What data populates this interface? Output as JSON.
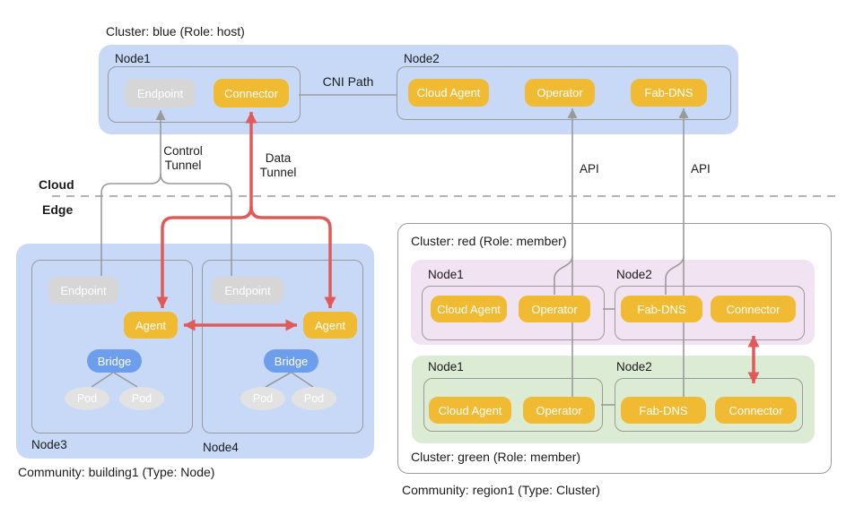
{
  "zones": {
    "cloud": "Cloud",
    "edge": "Edge"
  },
  "labels": {
    "cni_path": "CNI Path",
    "control_tunnel": [
      "Control",
      "Tunnel"
    ],
    "data_tunnel": [
      "Data",
      "Tunnel"
    ],
    "api": "API"
  },
  "blue_cluster": {
    "title": "Cluster: blue (Role: host)",
    "node1": {
      "label": "Node1",
      "endpoint": "Endpoint",
      "connector": "Connector"
    },
    "node2": {
      "label": "Node2",
      "cloud_agent": "Cloud Agent",
      "operator": "Operator",
      "fab_dns": "Fab-DNS"
    }
  },
  "edge_community": {
    "title": "Community: building1 (Type: Node)",
    "node3": {
      "label": "Node3",
      "endpoint": "Endpoint",
      "agent": "Agent",
      "bridge": "Bridge",
      "pods": [
        "Pod",
        "Pod"
      ]
    },
    "node4": {
      "label": "Node4",
      "endpoint": "Endpoint",
      "agent": "Agent",
      "bridge": "Bridge",
      "pods": [
        "Pod",
        "Pod"
      ]
    }
  },
  "cluster_community": {
    "title": "Community: region1 (Type: Cluster)",
    "red_cluster": {
      "title": "Cluster: red (Role: member)",
      "node1": {
        "label": "Node1",
        "cloud_agent": "Cloud Agent",
        "operator": "Operator"
      },
      "node2": {
        "label": "Node2",
        "fab_dns": "Fab-DNS",
        "connector": "Connector"
      }
    },
    "green_cluster": {
      "title": "Cluster: green (Role: member)",
      "node1": {
        "label": "Node1",
        "cloud_agent": "Cloud Agent",
        "operator": "Operator"
      },
      "node2": {
        "label": "Node2",
        "fab_dns": "Fab-DNS",
        "connector": "Connector"
      }
    }
  },
  "colors": {
    "cluster_fill_blue": "#C8D9F7",
    "cluster_fill_pink": "#F2E3F3",
    "cluster_fill_green": "#DCEBD4",
    "component_yellow": "#F0BB33",
    "component_gray": "#D6D6D6",
    "pod_gray": "#E2E2E2",
    "bridge_blue": "#6D9EEB",
    "line_gray": "#9A9A9A",
    "line_red": "#E05A5A"
  }
}
